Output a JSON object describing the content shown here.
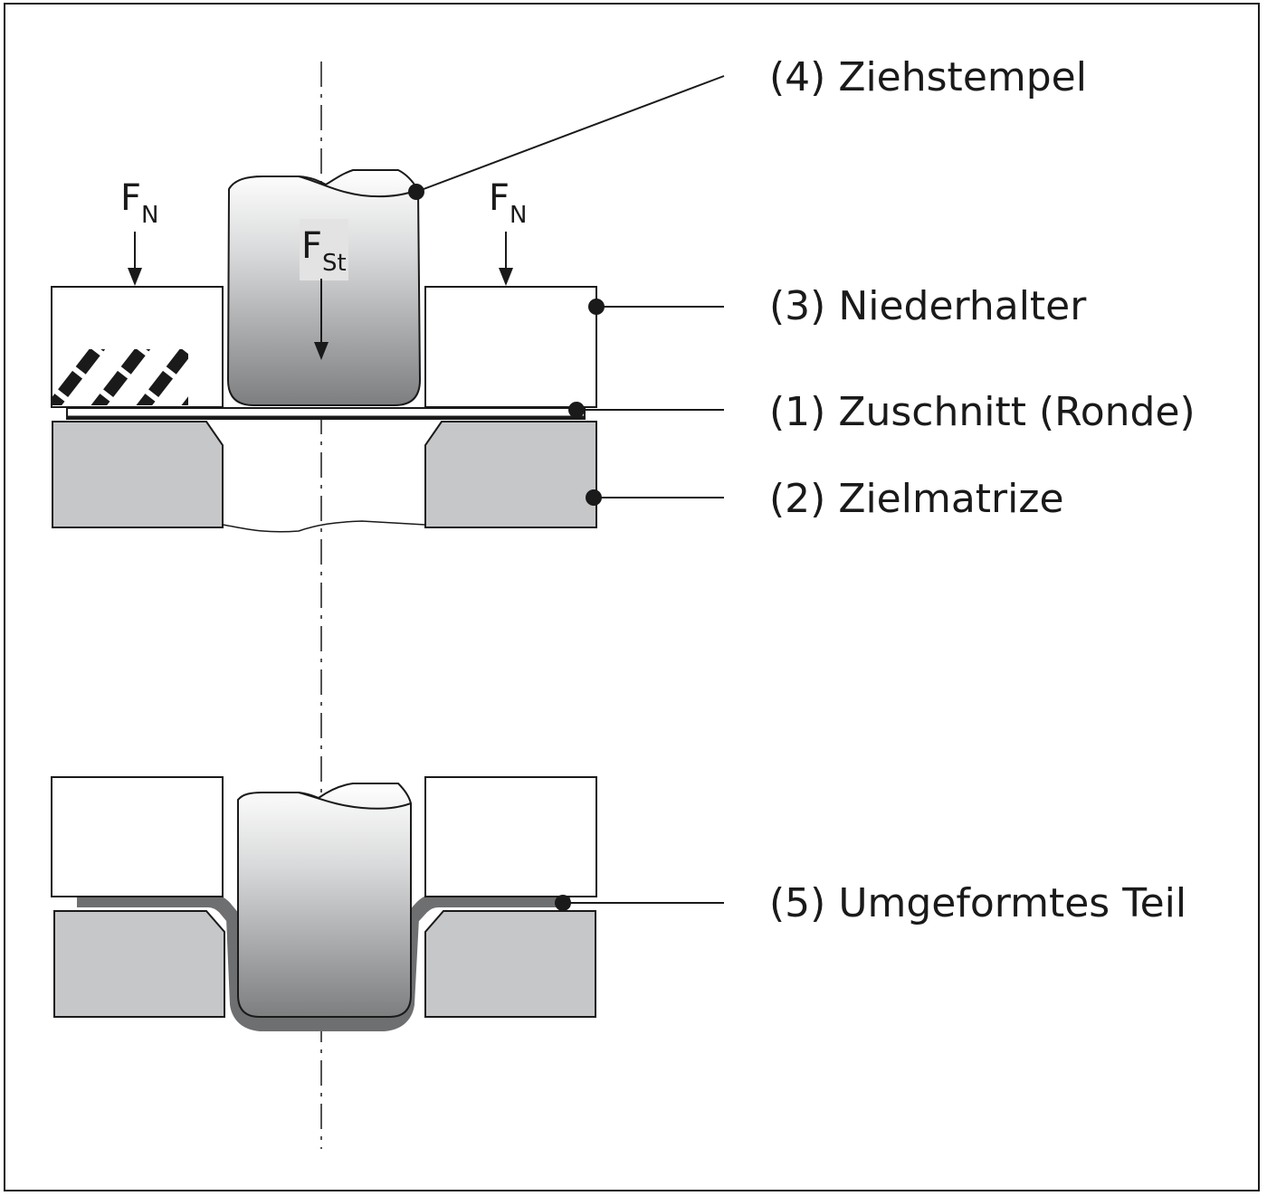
{
  "labels": {
    "punch": "(4) Ziehstempel",
    "blank_holder": "(3) Niederhalter",
    "blank": "(1) Zuschnitt (Ronde)",
    "die": "(2) Zielmatrize",
    "formed_part": "(5) Umgeformtes Teil"
  },
  "forces": {
    "holder_force_main": "F",
    "holder_force_sub": "N",
    "punch_force_main": "F",
    "punch_force_sub": "St"
  },
  "colors": {
    "outline": "#1a1a1a",
    "die_fill": "#c6c7c9",
    "formed_sheet": "#6e6f71",
    "punch_top": "#ffffff",
    "punch_bottom": "#7d7e80"
  }
}
